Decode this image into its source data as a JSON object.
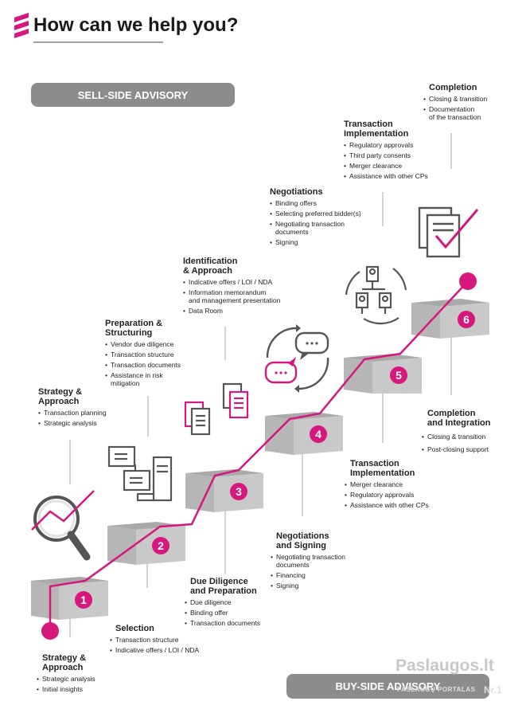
{
  "header": {
    "title": "How can we help you?"
  },
  "sell_side": {
    "label": "SELL-SIDE ADVISORY",
    "stages": [
      {
        "title": "Strategy &\nApproach",
        "items": [
          "Transaction planning",
          "Strategic analysis"
        ]
      },
      {
        "title": "Preparation &\nStructuring",
        "items": [
          "Vendor due diligence",
          "Transaction structure",
          "Transaction documents",
          "Assistance in risk\nmitigation"
        ]
      },
      {
        "title": "Identification\n& Approach",
        "items": [
          "Indicative offers / LOI / NDA",
          "Information memorandum\nand management presentation",
          "Data Room"
        ]
      },
      {
        "title": "Negotiations",
        "items": [
          "Binding offers",
          "Selecting preferred bidder(s)",
          "Negotiating transaction\ndocuments",
          "Signing"
        ]
      },
      {
        "title": "Transaction\nImplementation",
        "items": [
          "Regulatory approvals",
          "Third party consents",
          "Merger clearance",
          "Assistance with other CPs"
        ]
      },
      {
        "title": "Completion",
        "items": [
          "Closing & transition",
          "Documentation\nof the transaction"
        ]
      }
    ]
  },
  "buy_side": {
    "label": "BUY-SIDE ADVISORY",
    "stages": [
      {
        "title": "Strategy &\nApproach",
        "items": [
          "Strategic analysis",
          "Initial insights"
        ]
      },
      {
        "title": "Selection",
        "items": [
          "Transaction structure",
          "Indicative offers / LOI / NDA"
        ]
      },
      {
        "title": "Due Diligence\nand Preparation",
        "items": [
          "Due diligence",
          "Binding offer",
          "Transaction documents"
        ]
      },
      {
        "title": "Negotiations\nand Signing",
        "items": [
          "Negotiating transaction\ndocuments",
          "Financing",
          "Signing"
        ]
      },
      {
        "title": "Transaction\nImplementation",
        "items": [
          "Merger clearance",
          "Regulatory approvals",
          "Assistance with other CPs"
        ]
      },
      {
        "title": "Completion\nand Integration",
        "items": [
          "Closing & transition",
          "Post-closing support"
        ]
      }
    ]
  },
  "steps": [
    "1",
    "2",
    "3",
    "4",
    "5",
    "6"
  ],
  "watermark": {
    "brand": "Paslaugos.lt",
    "sub": "PASLAUGŲ PORTALAS",
    "rank": "Nr.1"
  },
  "colors": {
    "accent": "#d6177d",
    "box_front": "#c6c6c6",
    "box_top": "#b0b0b0",
    "pill": "#8c8c8c",
    "line": "#cfcfcf"
  },
  "icons": [
    "magnifier-chart-icon",
    "org-chart-icon",
    "documents-icon",
    "chat-bubbles-icon",
    "checklist-icon",
    "brand-logo-icon"
  ]
}
